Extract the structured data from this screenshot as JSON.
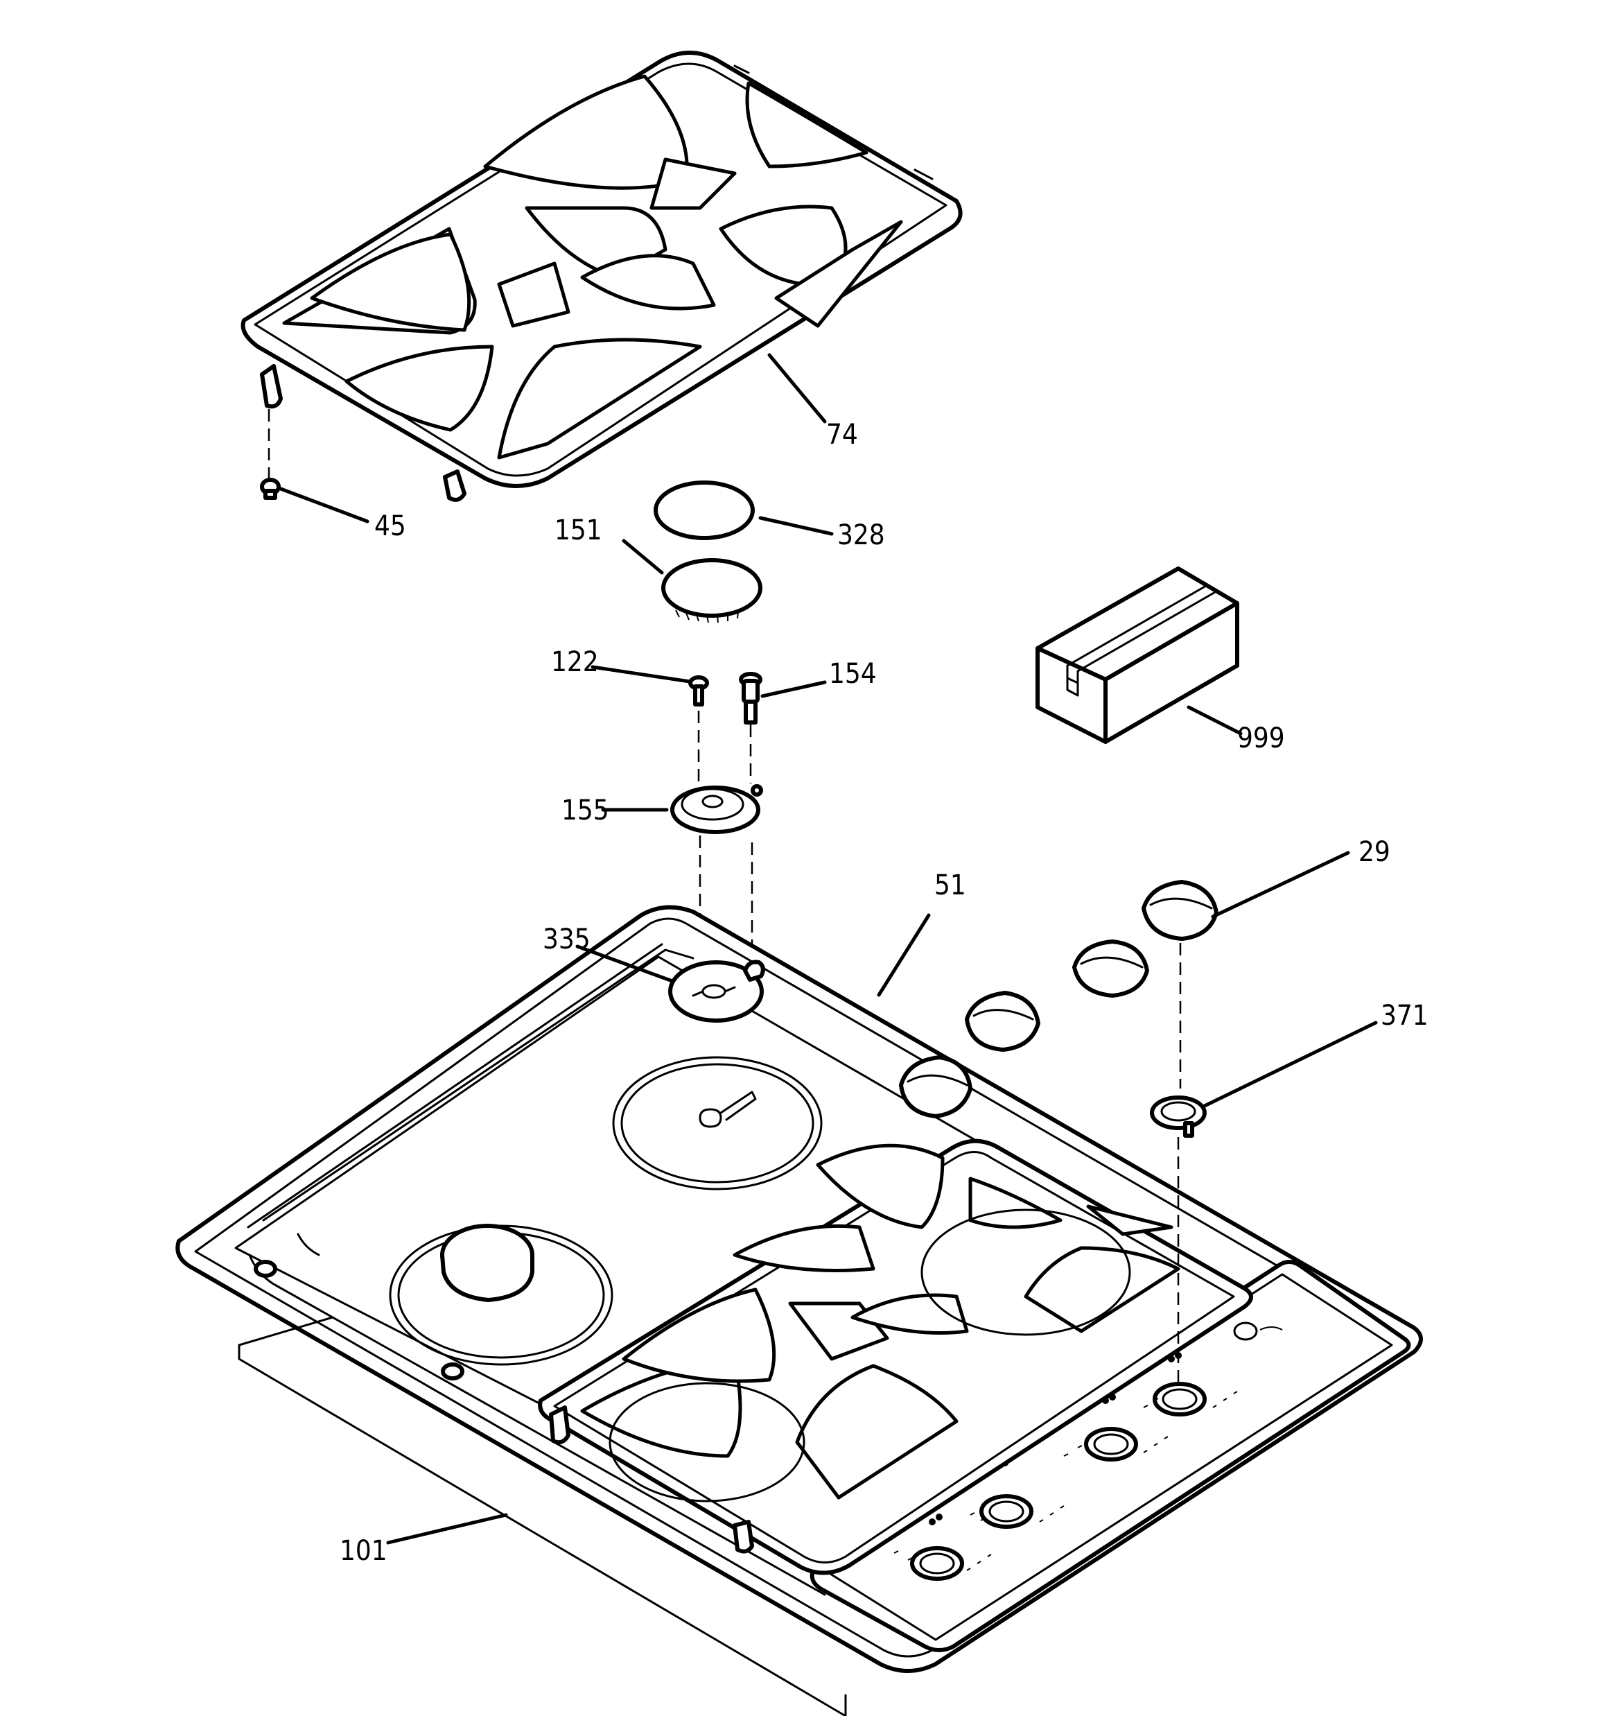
{
  "callouts": [
    {
      "id": "74"
    },
    {
      "id": "45"
    },
    {
      "id": "328"
    },
    {
      "id": "151"
    },
    {
      "id": "122"
    },
    {
      "id": "154"
    },
    {
      "id": "999"
    },
    {
      "id": "155"
    },
    {
      "id": "29"
    },
    {
      "id": "51"
    },
    {
      "id": "335"
    },
    {
      "id": "371"
    },
    {
      "id": "101"
    }
  ],
  "colors": {
    "line": "#000000",
    "background": "#ffffff"
  }
}
